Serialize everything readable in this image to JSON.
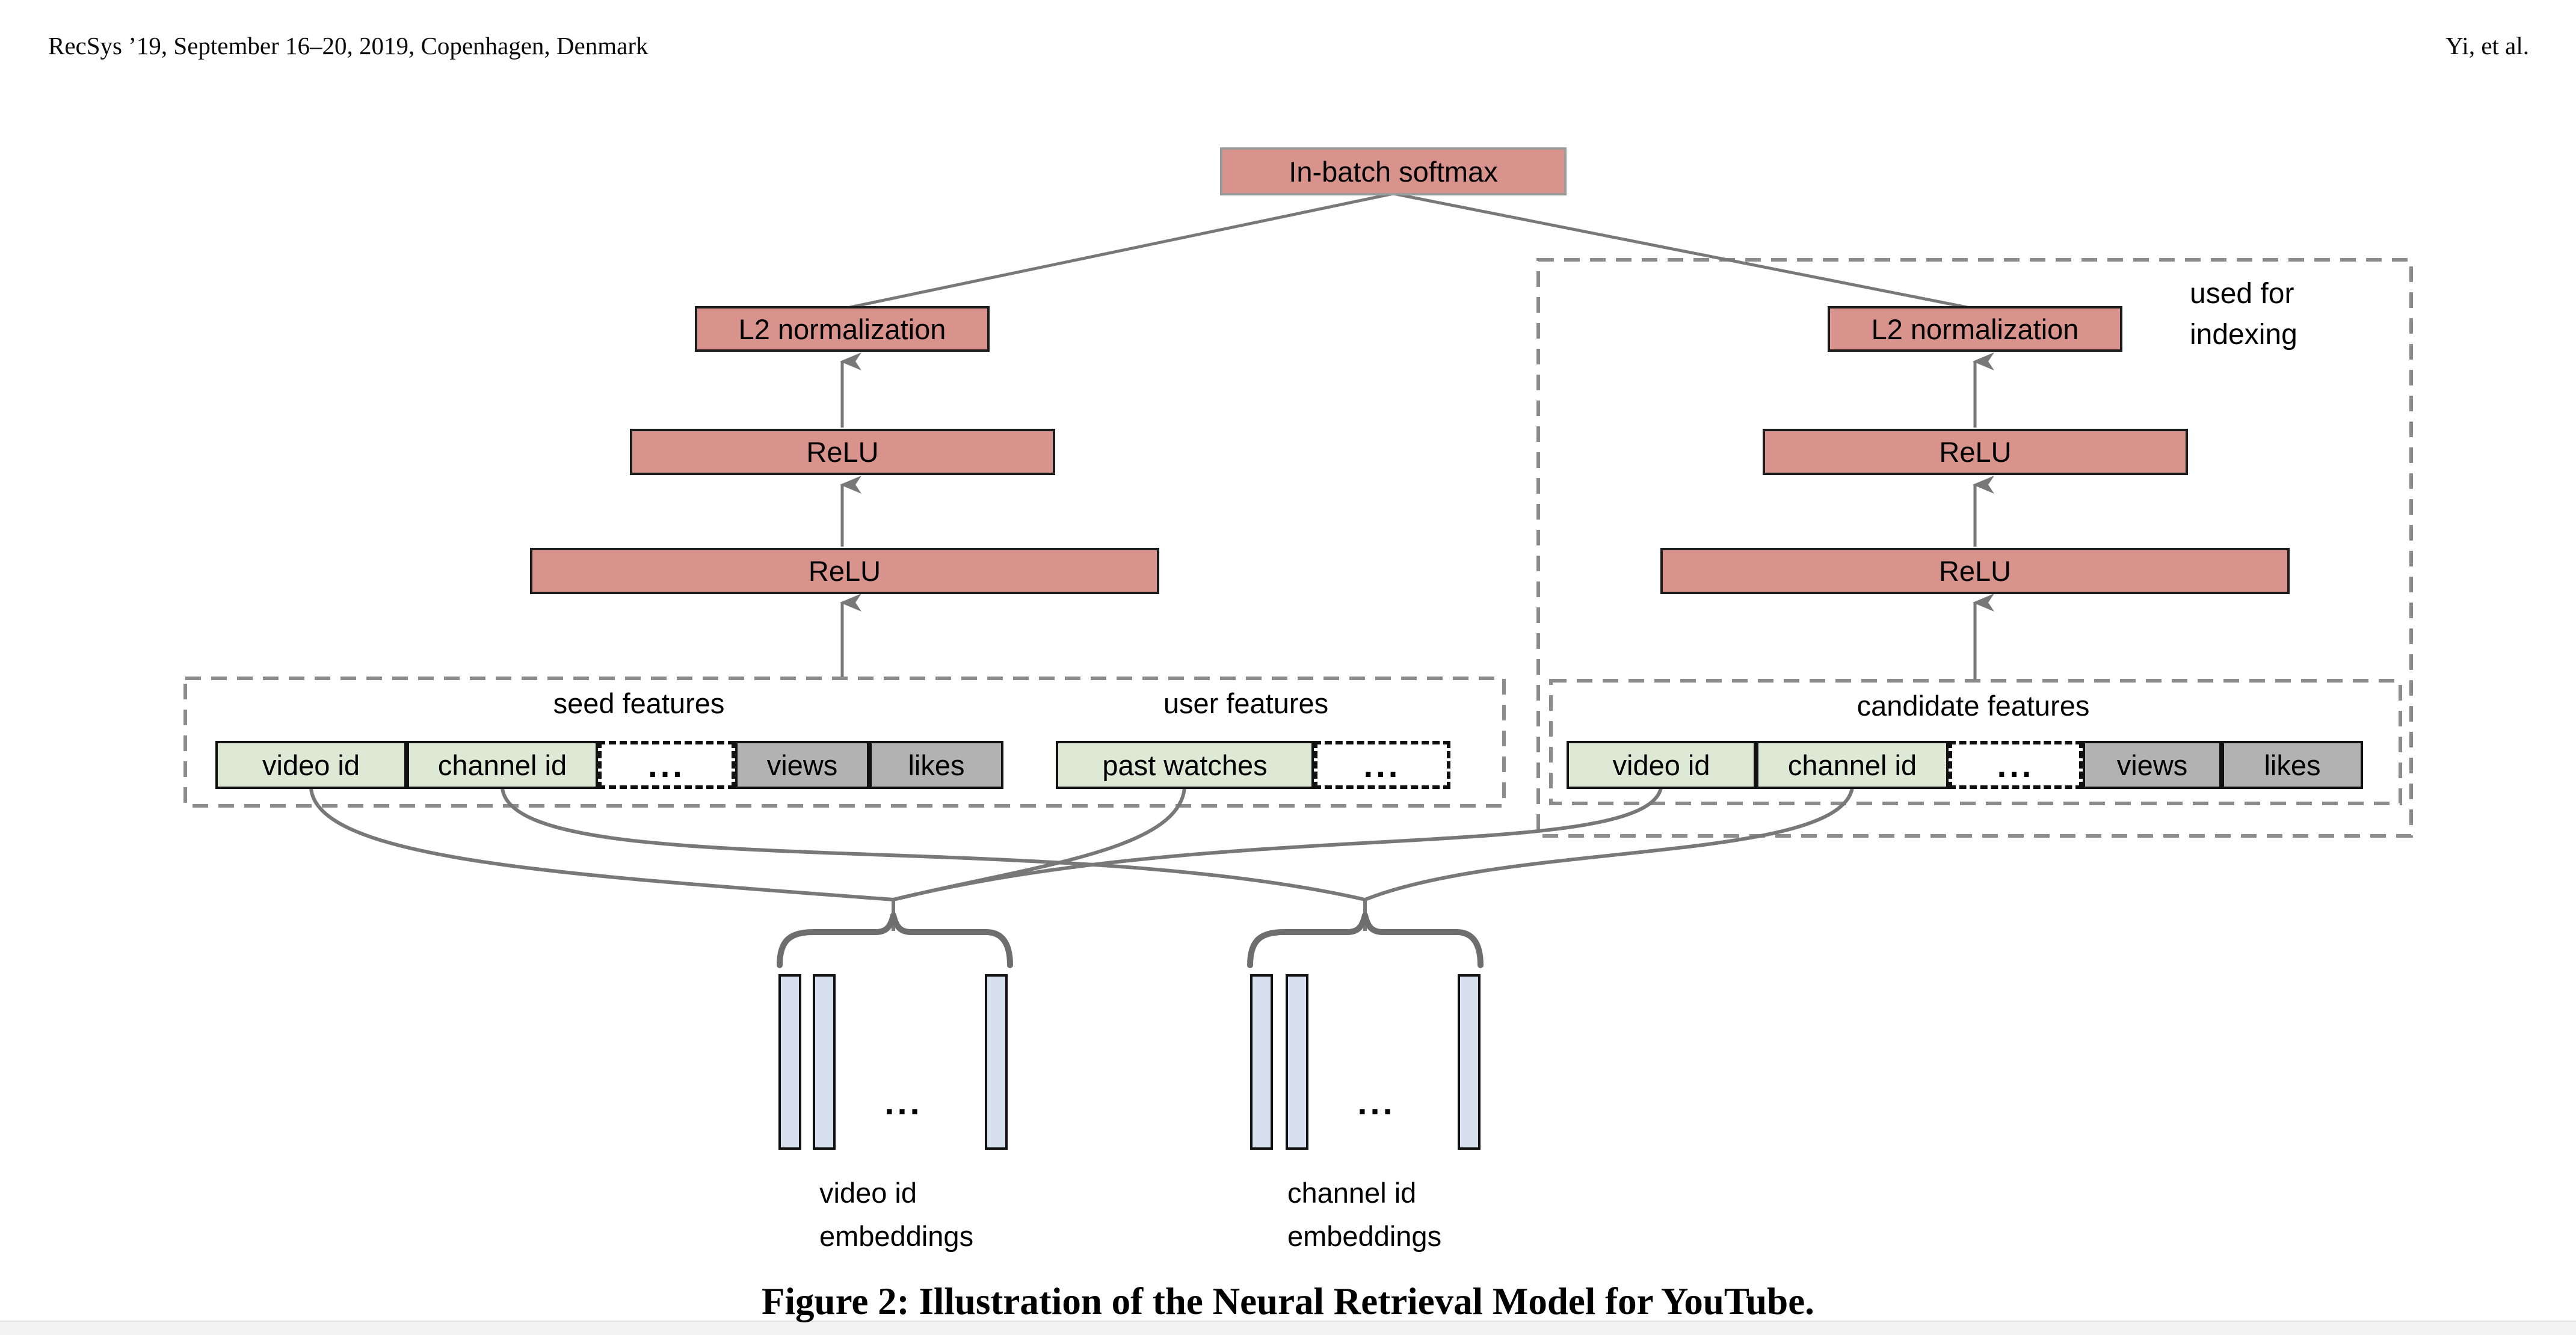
{
  "header": {
    "left": "RecSys ’19, September 16–20, 2019, Copenhagen, Denmark",
    "right": "Yi, et al."
  },
  "figure": {
    "softmax_label": "In-batch softmax",
    "l2_label": "L2 normalization",
    "relu_label": "ReLU",
    "indexing_note_line1": "used for",
    "indexing_note_line2": "indexing",
    "ellipsis": "...",
    "seed": {
      "label": "seed features",
      "cells": {
        "video_id": "video id",
        "channel_id": "channel id",
        "dots": "...",
        "views": "views",
        "likes": "likes"
      }
    },
    "user": {
      "label": "user features",
      "cells": {
        "past_watches": "past watches",
        "dots": "..."
      }
    },
    "candidate": {
      "label": "candidate features",
      "cells": {
        "video_id": "video id",
        "channel_id": "channel id",
        "dots": "...",
        "views": "views",
        "likes": "likes"
      }
    },
    "embeddings": {
      "video": {
        "line1": "video id",
        "line2": "embeddings",
        "dots": "..."
      },
      "channel": {
        "line1": "channel id",
        "line2": "embeddings",
        "dots": "..."
      }
    },
    "caption": "Figure 2: Illustration of the Neural Retrieval Model for YouTube."
  },
  "colors": {
    "box_pink": "#d9938d",
    "cell_green": "#dde8d5",
    "cell_gray": "#b2b2b2",
    "bar_blue": "#d6e0ef",
    "wire_gray": "#787878",
    "dash_gray": "#8c8c8c"
  }
}
